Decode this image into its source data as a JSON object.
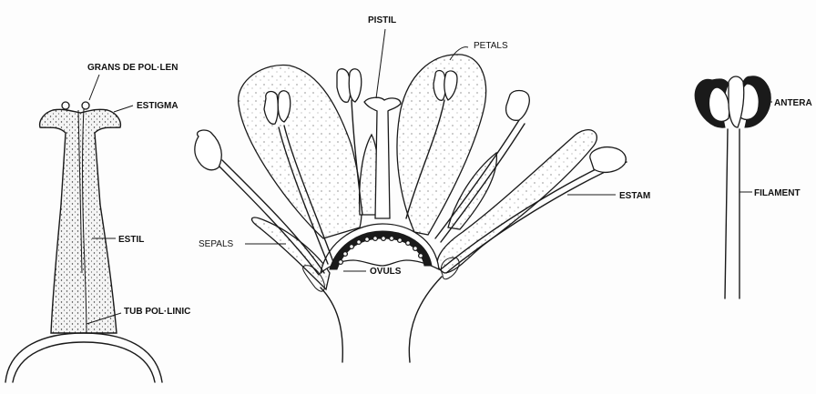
{
  "labels": {
    "grans_de_pollen": "GRANS DE POL·LEN",
    "estigma": "ESTIGMA",
    "estil": "ESTIL",
    "tub_pollinic": "TUB POL·LINIC",
    "pistil": "PISTIL",
    "petals": "PETALS",
    "sepals": "SEPALS",
    "ovuls": "OVULS",
    "estam": "ESTAM",
    "antera": "ANTERA",
    "filament": "FILAMENT"
  }
}
